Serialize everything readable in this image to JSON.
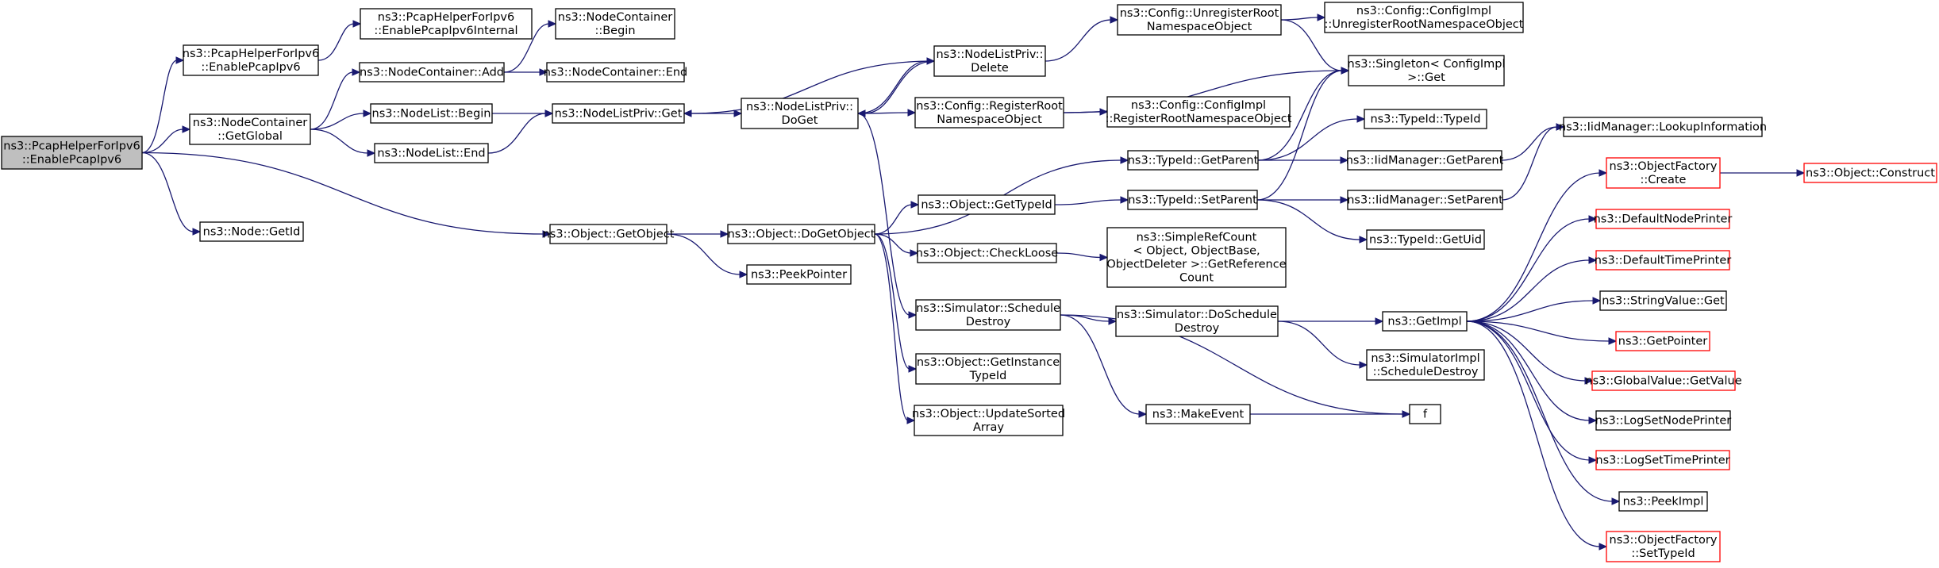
{
  "graph": {
    "nodes": [
      {
        "id": "root",
        "lines": [
          "ns3::PcapHelperForIpv6",
          "::EnablePcapIpv6"
        ],
        "root": true
      },
      {
        "id": "enablePcapIpv6",
        "lines": [
          "ns3::PcapHelperForIpv6",
          "::EnablePcapIpv6"
        ]
      },
      {
        "id": "enablePcapIpv6Internal",
        "lines": [
          "ns3::PcapHelperForIpv6",
          "::EnablePcapIpv6Internal"
        ]
      },
      {
        "id": "getGlobal",
        "lines": [
          "ns3::NodeContainer",
          "::GetGlobal"
        ]
      },
      {
        "id": "nodeGetId",
        "lines": [
          "ns3::Node::GetId"
        ]
      },
      {
        "id": "getObject",
        "lines": [
          "ns3::Object::GetObject"
        ]
      },
      {
        "id": "ncAdd",
        "lines": [
          "ns3::NodeContainer::Add"
        ]
      },
      {
        "id": "ncBegin",
        "lines": [
          "ns3::NodeContainer",
          "::Begin"
        ]
      },
      {
        "id": "ncEnd",
        "lines": [
          "ns3::NodeContainer::End"
        ]
      },
      {
        "id": "nlBegin",
        "lines": [
          "ns3::NodeList::Begin"
        ]
      },
      {
        "id": "nlEnd",
        "lines": [
          "ns3::NodeList::End"
        ]
      },
      {
        "id": "nlpGet",
        "lines": [
          "ns3::NodeListPriv::Get"
        ]
      },
      {
        "id": "nlpDoGet",
        "lines": [
          "ns3::NodeListPriv::",
          "DoGet"
        ]
      },
      {
        "id": "nlpDelete",
        "lines": [
          "ns3::NodeListPriv::",
          "Delete"
        ]
      },
      {
        "id": "unregRoot",
        "lines": [
          "ns3::Config::UnregisterRoot",
          "NamespaceObject"
        ]
      },
      {
        "id": "implUnreg",
        "lines": [
          "ns3::Config::ConfigImpl",
          "::UnregisterRootNamespaceObject"
        ]
      },
      {
        "id": "regRoot",
        "lines": [
          "ns3::Config::RegisterRoot",
          "NamespaceObject"
        ]
      },
      {
        "id": "implReg",
        "lines": [
          "ns3::Config::ConfigImpl",
          "::RegisterRootNamespaceObject"
        ]
      },
      {
        "id": "singletonGet",
        "lines": [
          "ns3::Singleton< ConfigImpl",
          " >::Get"
        ]
      },
      {
        "id": "doGetObject",
        "lines": [
          "ns3::Object::DoGetObject"
        ]
      },
      {
        "id": "peekPointer",
        "lines": [
          "ns3::PeekPointer"
        ]
      },
      {
        "id": "objGetTypeId",
        "lines": [
          "ns3::Object::GetTypeId"
        ]
      },
      {
        "id": "checkLoose",
        "lines": [
          "ns3::Object::CheckLoose"
        ]
      },
      {
        "id": "simScheduleDestroy",
        "lines": [
          "ns3::Simulator::Schedule",
          "Destroy"
        ]
      },
      {
        "id": "getInstanceTypeId",
        "lines": [
          "ns3::Object::GetInstance",
          "TypeId"
        ]
      },
      {
        "id": "updateSortedArray",
        "lines": [
          "ns3::Object::UpdateSorted",
          "Array"
        ]
      },
      {
        "id": "typeIdGetParent",
        "lines": [
          "ns3::TypeId::GetParent"
        ]
      },
      {
        "id": "typeIdSetParent",
        "lines": [
          "ns3::TypeId::SetParent"
        ]
      },
      {
        "id": "typeIdTypeId",
        "lines": [
          "ns3::TypeId::TypeId"
        ]
      },
      {
        "id": "typeIdGetUid",
        "lines": [
          "ns3::TypeId::GetUid"
        ]
      },
      {
        "id": "iidGetParent",
        "lines": [
          "ns3::IidManager::GetParent"
        ]
      },
      {
        "id": "iidSetParent",
        "lines": [
          "ns3::IidManager::SetParent"
        ]
      },
      {
        "id": "iidLookup",
        "lines": [
          "ns3::IidManager::LookupInformation"
        ]
      },
      {
        "id": "refCount",
        "lines": [
          "ns3::SimpleRefCount",
          "< Object, ObjectBase,",
          " ObjectDeleter >::GetReference",
          "Count"
        ]
      },
      {
        "id": "simDoScheduleDestroy",
        "lines": [
          "ns3::Simulator::DoSchedule",
          "Destroy"
        ]
      },
      {
        "id": "makeEvent",
        "lines": [
          "ns3::MakeEvent"
        ]
      },
      {
        "id": "getImpl",
        "lines": [
          "ns3::GetImpl"
        ]
      },
      {
        "id": "simImplScheduleDestroy",
        "lines": [
          "ns3::SimulatorImpl",
          "::ScheduleDestroy"
        ]
      },
      {
        "id": "f",
        "lines": [
          "f"
        ]
      },
      {
        "id": "ofCreate",
        "lines": [
          "ns3::ObjectFactory",
          "::Create"
        ],
        "red": true
      },
      {
        "id": "objConstruct",
        "lines": [
          "ns3::Object::Construct"
        ],
        "red": true
      },
      {
        "id": "defNodePrinter",
        "lines": [
          "ns3::DefaultNodePrinter"
        ],
        "red": true
      },
      {
        "id": "defTimePrinter",
        "lines": [
          "ns3::DefaultTimePrinter"
        ],
        "red": true
      },
      {
        "id": "strValueGet",
        "lines": [
          "ns3::StringValue::Get"
        ]
      },
      {
        "id": "getPointer",
        "lines": [
          "ns3::GetPointer"
        ],
        "red": true
      },
      {
        "id": "globalValueGet",
        "lines": [
          "ns3::GlobalValue::GetValue"
        ],
        "red": true
      },
      {
        "id": "logSetNodePrinter",
        "lines": [
          "ns3::LogSetNodePrinter"
        ]
      },
      {
        "id": "logSetTimePrinter",
        "lines": [
          "ns3::LogSetTimePrinter"
        ],
        "red": true
      },
      {
        "id": "peekImpl",
        "lines": [
          "ns3::PeekImpl"
        ]
      },
      {
        "id": "ofSetTypeId",
        "lines": [
          "ns3::ObjectFactory",
          "::SetTypeId"
        ],
        "red": true
      }
    ],
    "edges": [
      [
        "root",
        "enablePcapIpv6"
      ],
      [
        "root",
        "getGlobal"
      ],
      [
        "root",
        "nodeGetId"
      ],
      [
        "root",
        "getObject"
      ],
      [
        "enablePcapIpv6",
        "enablePcapIpv6Internal"
      ],
      [
        "getGlobal",
        "ncAdd"
      ],
      [
        "getGlobal",
        "nlBegin"
      ],
      [
        "getGlobal",
        "nlEnd"
      ],
      [
        "ncAdd",
        "ncBegin"
      ],
      [
        "ncAdd",
        "ncEnd"
      ],
      [
        "nlBegin",
        "nlpGet"
      ],
      [
        "nlEnd",
        "nlpGet"
      ],
      [
        "nlpGet",
        "nlpDoGet"
      ],
      [
        "nlpDoGet",
        "nlpDelete"
      ],
      [
        "nlpDoGet",
        "regRoot"
      ],
      [
        "nlpDoGet",
        "simScheduleDestroy"
      ],
      [
        "nlpDelete",
        "nlpGet"
      ],
      [
        "nlpDelete",
        "nlpDoGet"
      ],
      [
        "nlpDelete",
        "unregRoot"
      ],
      [
        "unregRoot",
        "implUnreg"
      ],
      [
        "unregRoot",
        "singletonGet"
      ],
      [
        "regRoot",
        "implReg"
      ],
      [
        "regRoot",
        "singletonGet"
      ],
      [
        "getObject",
        "doGetObject"
      ],
      [
        "getObject",
        "peekPointer"
      ],
      [
        "doGetObject",
        "objGetTypeId"
      ],
      [
        "doGetObject",
        "checkLoose"
      ],
      [
        "doGetObject",
        "getInstanceTypeId"
      ],
      [
        "doGetObject",
        "updateSortedArray"
      ],
      [
        "doGetObject",
        "typeIdGetParent"
      ],
      [
        "objGetTypeId",
        "typeIdSetParent"
      ],
      [
        "typeIdGetParent",
        "typeIdTypeId"
      ],
      [
        "typeIdGetParent",
        "iidGetParent"
      ],
      [
        "typeIdGetParent",
        "singletonGet"
      ],
      [
        "typeIdSetParent",
        "iidSetParent"
      ],
      [
        "typeIdSetParent",
        "typeIdGetUid"
      ],
      [
        "typeIdSetParent",
        "singletonGet"
      ],
      [
        "iidGetParent",
        "iidLookup"
      ],
      [
        "iidSetParent",
        "iidLookup"
      ],
      [
        "checkLoose",
        "refCount"
      ],
      [
        "simScheduleDestroy",
        "simDoScheduleDestroy"
      ],
      [
        "simScheduleDestroy",
        "makeEvent"
      ],
      [
        "simScheduleDestroy",
        "f"
      ],
      [
        "simDoScheduleDestroy",
        "getImpl"
      ],
      [
        "simDoScheduleDestroy",
        "simImplScheduleDestroy"
      ],
      [
        "makeEvent",
        "f"
      ],
      [
        "getImpl",
        "ofCreate"
      ],
      [
        "getImpl",
        "defNodePrinter"
      ],
      [
        "getImpl",
        "defTimePrinter"
      ],
      [
        "getImpl",
        "strValueGet"
      ],
      [
        "getImpl",
        "getPointer"
      ],
      [
        "getImpl",
        "globalValueGet"
      ],
      [
        "getImpl",
        "logSetNodePrinter"
      ],
      [
        "getImpl",
        "logSetTimePrinter"
      ],
      [
        "getImpl",
        "peekImpl"
      ],
      [
        "getImpl",
        "ofSetTypeId"
      ],
      [
        "ofCreate",
        "objConstruct"
      ]
    ]
  }
}
